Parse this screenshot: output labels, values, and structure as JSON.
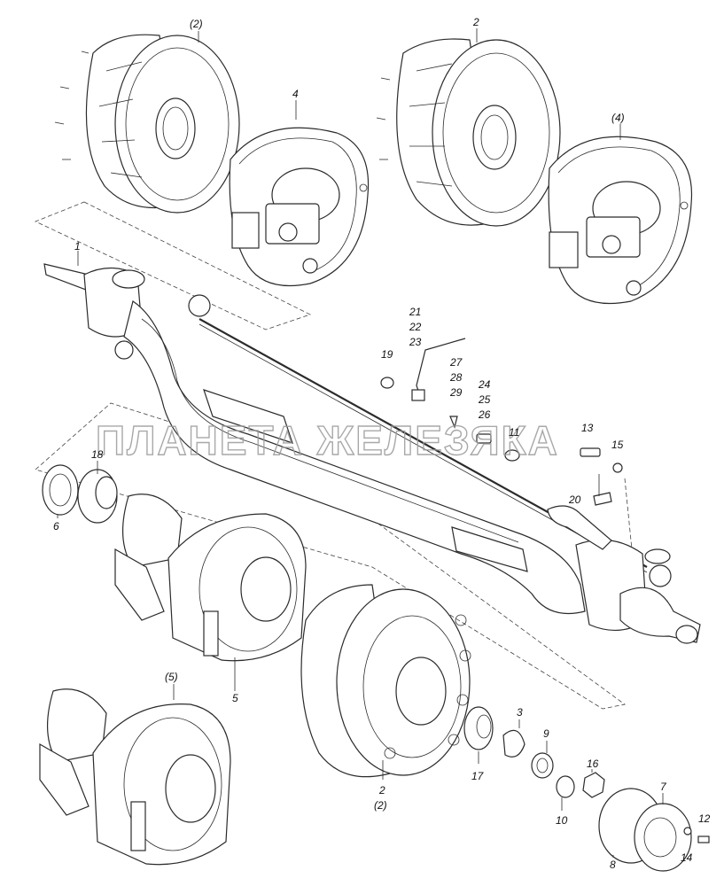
{
  "watermark": "ПЛАНЕТА ЖЕЛЕЗЯКА",
  "labels": [
    {
      "id": "lbl-2-paren-top",
      "text": "(2)"
    },
    {
      "id": "lbl-2-top",
      "text": "2"
    },
    {
      "id": "lbl-4",
      "text": "4"
    },
    {
      "id": "lbl-4-paren",
      "text": "(4)"
    },
    {
      "id": "lbl-1",
      "text": "1"
    },
    {
      "id": "lbl-21",
      "text": "21"
    },
    {
      "id": "lbl-22",
      "text": "22"
    },
    {
      "id": "lbl-23",
      "text": "23"
    },
    {
      "id": "lbl-19",
      "text": "19"
    },
    {
      "id": "lbl-27",
      "text": "27"
    },
    {
      "id": "lbl-28",
      "text": "28"
    },
    {
      "id": "lbl-29",
      "text": "29"
    },
    {
      "id": "lbl-24",
      "text": "24"
    },
    {
      "id": "lbl-25",
      "text": "25"
    },
    {
      "id": "lbl-26",
      "text": "26"
    },
    {
      "id": "lbl-11",
      "text": "11"
    },
    {
      "id": "lbl-13",
      "text": "13"
    },
    {
      "id": "lbl-15",
      "text": "15"
    },
    {
      "id": "lbl-18",
      "text": "18"
    },
    {
      "id": "lbl-6",
      "text": "6"
    },
    {
      "id": "lbl-20",
      "text": "20"
    },
    {
      "id": "lbl-5",
      "text": "5"
    },
    {
      "id": "lbl-5-paren",
      "text": "(5)"
    },
    {
      "id": "lbl-3",
      "text": "3"
    },
    {
      "id": "lbl-9",
      "text": "9"
    },
    {
      "id": "lbl-16",
      "text": "16"
    },
    {
      "id": "lbl-7",
      "text": "7"
    },
    {
      "id": "lbl-17",
      "text": "17"
    },
    {
      "id": "lbl-2-bottom",
      "text": "2"
    },
    {
      "id": "lbl-2-paren-bottom",
      "text": "(2)"
    },
    {
      "id": "lbl-10",
      "text": "10"
    },
    {
      "id": "lbl-12",
      "text": "12"
    },
    {
      "id": "lbl-8",
      "text": "8"
    },
    {
      "id": "lbl-14",
      "text": "14"
    }
  ]
}
